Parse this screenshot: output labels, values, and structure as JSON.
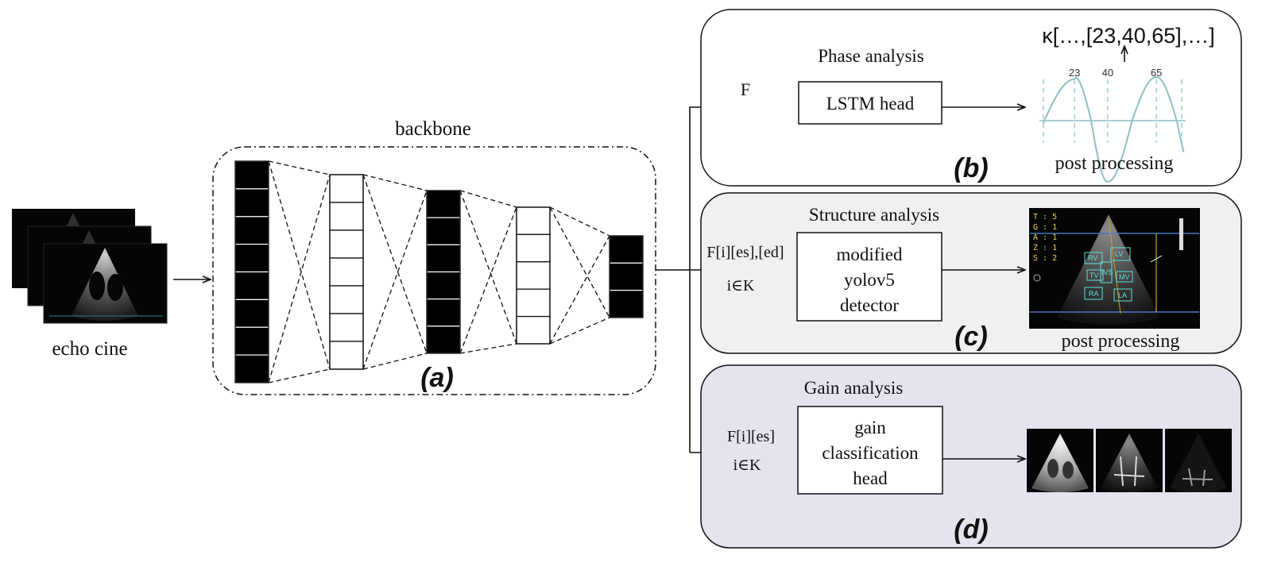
{
  "input": {
    "label": "echo cine"
  },
  "backbone": {
    "title": "backbone",
    "panel_label": "(a)"
  },
  "phase": {
    "title": "Phase analysis",
    "input_label": "F",
    "head_label": "LSTM head",
    "panel_label": "(b)",
    "kappa_text": "κ[…,[23,40,65],…]",
    "output_label": "post processing",
    "markers": [
      23,
      40,
      65
    ]
  },
  "structure": {
    "title": "Structure analysis",
    "input_label_1": "F[i][es],[ed]",
    "input_label_2": "i∈K",
    "head_lines": [
      "modified",
      "yolov5",
      "detector"
    ],
    "panel_label": "(c)",
    "output_label": "post processing",
    "overlay_params": [
      "T : 5",
      "G : 1",
      "A : 1",
      "Z : 1",
      "S : 2"
    ],
    "chamber_labels": [
      "RV",
      "LV",
      "TV",
      "MV",
      "IVS",
      "RA",
      "LA"
    ]
  },
  "gain": {
    "title": "Gain analysis",
    "input_label_1": "F[i][es]",
    "input_label_2": "i∈K",
    "head_lines": [
      "gain",
      "classification",
      "head"
    ],
    "panel_label": "(d)"
  },
  "colors": {
    "panel_b_bg": "#ffffff",
    "panel_c_bg": "#f0f0f0",
    "panel_d_bg": "#e5e3ee",
    "curve": "#8fbfc6",
    "marker_line": "#9fc7cc",
    "box_line": "#4a78c2",
    "caliper": "#c9a227"
  }
}
